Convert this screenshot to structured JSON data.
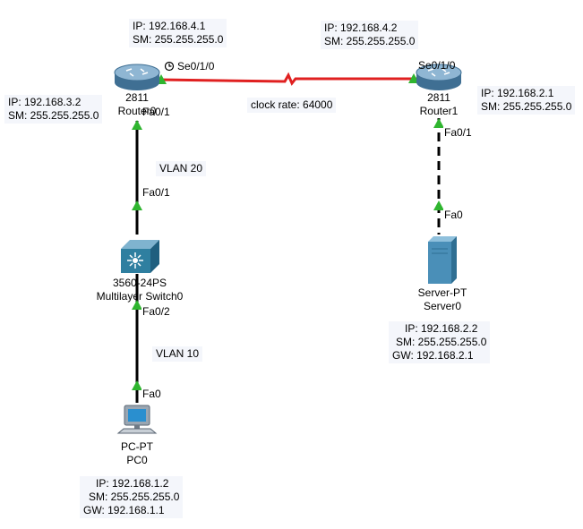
{
  "devices": {
    "router0": {
      "model": "2811",
      "name": "Router0"
    },
    "router1": {
      "model": "2811",
      "name": "Router1"
    },
    "switch0": {
      "model": "3560-24PS",
      "name": "Multilayer Switch0"
    },
    "server0": {
      "model": "Server-PT",
      "name": "Server0"
    },
    "pc0": {
      "model": "PC-PT",
      "name": "PC0"
    }
  },
  "info": {
    "router0_serial": {
      "ip": "IP: 192.168.4.1",
      "sm": "SM: 255.255.255.0"
    },
    "router0_fa": {
      "ip": "IP: 192.168.3.2",
      "sm": "SM: 255.255.255.0"
    },
    "router1_serial": {
      "ip": "IP: 192.168.4.2",
      "sm": "SM: 255.255.255.0"
    },
    "router1_fa": {
      "ip": "IP: 192.168.2.1",
      "sm": "SM: 255.255.255.0"
    },
    "server0": {
      "ip": "IP: 192.168.2.2",
      "sm": "SM: 255.255.255.0",
      "gw": "GW: 192.168.2.1"
    },
    "pc0": {
      "ip": "IP: 192.168.1.2",
      "sm": "SM: 255.255.255.0",
      "gw": "GW: 192.168.1.1"
    }
  },
  "ports": {
    "r0_se": "Se0/1/0",
    "r0_fa": "Fa0/1",
    "sw_up": "Fa0/1",
    "sw_down": "Fa0/2",
    "pc": "Fa0",
    "r1_se": "Se0/1/0",
    "r1_fa": "Fa0/1",
    "server": "Fa0"
  },
  "links": {
    "clock_rate": "clock rate: 64000",
    "vlan20": "VLAN 20",
    "vlan10": "VLAN 10"
  },
  "colors": {
    "serial_link": "#e02020",
    "ethernet_link": "#000000",
    "link_up_arrow": "#2fb52f",
    "router": "#5d8fb3",
    "switch": "#2f7fa0",
    "server": "#4a8fb8",
    "info_bg": "#f4f6fb"
  }
}
